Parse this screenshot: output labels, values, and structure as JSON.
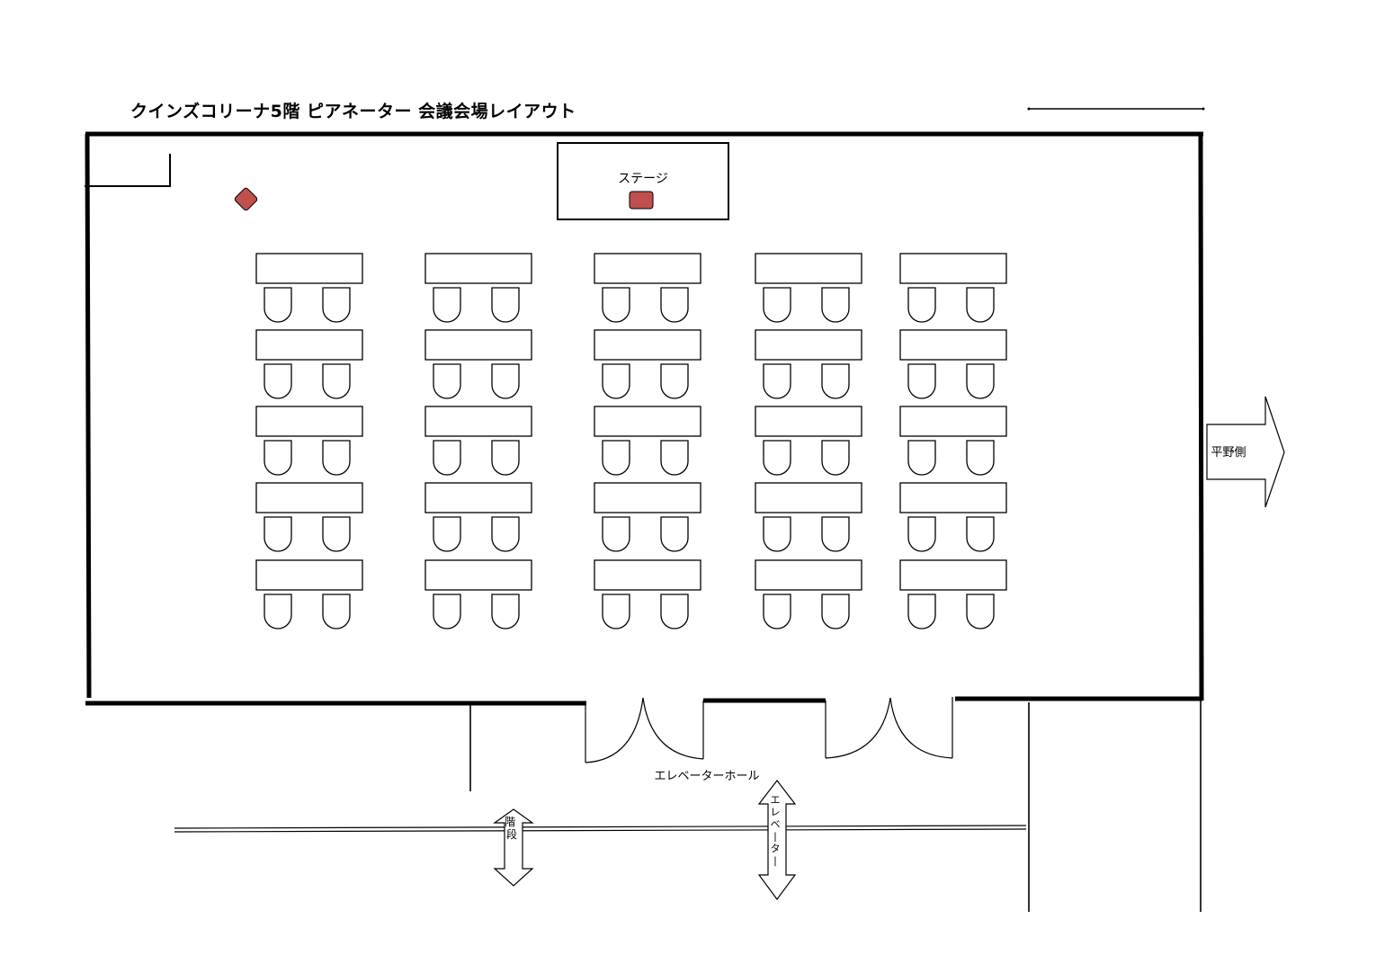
{
  "title": "クインズコリーナ5階  ピアネーター 会議会場レイアウト",
  "labels": {
    "stage": "ステージ",
    "east_exit": "平野側",
    "elevator_hall": "エレベーターホール",
    "stairs": "階段",
    "elevator": "エレベーター"
  },
  "colors": {
    "marker": "#c0504d",
    "line": "#000000"
  }
}
